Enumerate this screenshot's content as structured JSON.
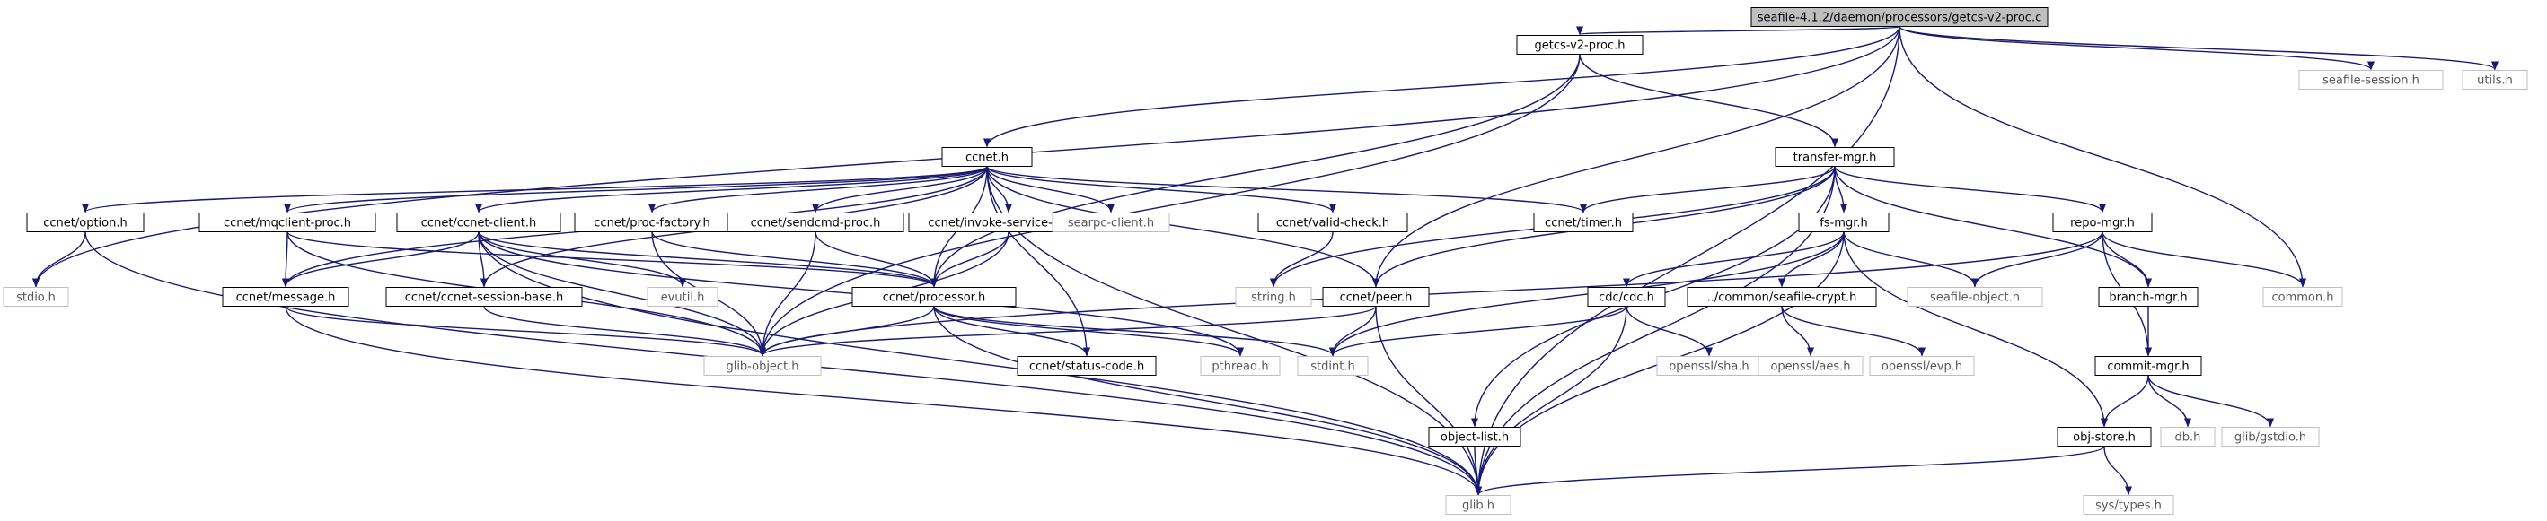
{
  "colors": {
    "edge": "#191970",
    "box_border": "#000000",
    "gray_border": "#bfbfbf",
    "root_fill": "#bfbfbf",
    "node_fill": "#ffffff",
    "text": "#000000",
    "gray_text": "#555555"
  },
  "nodes": [
    {
      "id": "root",
      "label": "seafile-4.1.2/daemon/processors/getcs-v2-proc.c",
      "kind": "root"
    },
    {
      "id": "getcs",
      "label": "getcs-v2-proc.h",
      "kind": "doc"
    },
    {
      "id": "seafsess",
      "label": "seafile-session.h",
      "kind": "gray"
    },
    {
      "id": "utils",
      "label": "utils.h",
      "kind": "gray"
    },
    {
      "id": "ccnet",
      "label": "ccnet.h",
      "kind": "doc"
    },
    {
      "id": "transfer",
      "label": "transfer-mgr.h",
      "kind": "doc"
    },
    {
      "id": "option",
      "label": "ccnet/option.h",
      "kind": "doc"
    },
    {
      "id": "mqclient",
      "label": "ccnet/mqclient-proc.h",
      "kind": "doc"
    },
    {
      "id": "ccnetclient",
      "label": "ccnet/ccnet-client.h",
      "kind": "doc"
    },
    {
      "id": "procfactory",
      "label": "ccnet/proc-factory.h",
      "kind": "doc"
    },
    {
      "id": "sendcmd",
      "label": "ccnet/sendcmd-proc.h",
      "kind": "doc"
    },
    {
      "id": "invoke",
      "label": "ccnet/invoke-service-proc.h",
      "kind": "doc"
    },
    {
      "id": "searpc",
      "label": "searpc-client.h",
      "kind": "gray"
    },
    {
      "id": "validcheck",
      "label": "ccnet/valid-check.h",
      "kind": "doc"
    },
    {
      "id": "timer",
      "label": "ccnet/timer.h",
      "kind": "doc"
    },
    {
      "id": "fsmgr",
      "label": "fs-mgr.h",
      "kind": "doc"
    },
    {
      "id": "repomgr",
      "label": "repo-mgr.h",
      "kind": "doc"
    },
    {
      "id": "stdio",
      "label": "stdio.h",
      "kind": "gray"
    },
    {
      "id": "message",
      "label": "ccnet/message.h",
      "kind": "doc"
    },
    {
      "id": "session",
      "label": "ccnet/ccnet-session-base.h",
      "kind": "doc"
    },
    {
      "id": "evutil",
      "label": "evutil.h",
      "kind": "gray"
    },
    {
      "id": "processor",
      "label": "ccnet/processor.h",
      "kind": "doc"
    },
    {
      "id": "stringh",
      "label": "string.h",
      "kind": "gray"
    },
    {
      "id": "peer",
      "label": "ccnet/peer.h",
      "kind": "doc"
    },
    {
      "id": "cdc",
      "label": "cdc/cdc.h",
      "kind": "doc"
    },
    {
      "id": "crypt",
      "label": "../common/seafile-crypt.h",
      "kind": "doc"
    },
    {
      "id": "seafobj",
      "label": "seafile-object.h",
      "kind": "gray"
    },
    {
      "id": "branch",
      "label": "branch-mgr.h",
      "kind": "doc"
    },
    {
      "id": "common",
      "label": "common.h",
      "kind": "gray"
    },
    {
      "id": "glibobj",
      "label": "glib-object.h",
      "kind": "gray"
    },
    {
      "id": "status",
      "label": "ccnet/status-code.h",
      "kind": "doc"
    },
    {
      "id": "pthread",
      "label": "pthread.h",
      "kind": "gray"
    },
    {
      "id": "stdint",
      "label": "stdint.h",
      "kind": "gray"
    },
    {
      "id": "sha",
      "label": "openssl/sha.h",
      "kind": "gray"
    },
    {
      "id": "aes",
      "label": "openssl/aes.h",
      "kind": "gray"
    },
    {
      "id": "evp",
      "label": "openssl/evp.h",
      "kind": "gray"
    },
    {
      "id": "commit",
      "label": "commit-mgr.h",
      "kind": "doc"
    },
    {
      "id": "objlist",
      "label": "object-list.h",
      "kind": "doc"
    },
    {
      "id": "db",
      "label": "db.h",
      "kind": "gray"
    },
    {
      "id": "gstdio",
      "label": "glib/gstdio.h",
      "kind": "gray"
    },
    {
      "id": "objstore",
      "label": "obj-store.h",
      "kind": "doc"
    },
    {
      "id": "glib",
      "label": "glib.h",
      "kind": "gray"
    },
    {
      "id": "systypes",
      "label": "sys/types.h",
      "kind": "gray"
    }
  ],
  "edges": [
    [
      "root",
      "getcs"
    ],
    [
      "root",
      "seafsess"
    ],
    [
      "root",
      "utils"
    ],
    [
      "root",
      "ccnet"
    ],
    [
      "root",
      "stdio"
    ],
    [
      "root",
      "common"
    ],
    [
      "root",
      "glib"
    ],
    [
      "root",
      "peer"
    ],
    [
      "getcs",
      "transfer"
    ],
    [
      "getcs",
      "processor"
    ],
    [
      "getcs",
      "glibobj"
    ],
    [
      "ccnet",
      "option"
    ],
    [
      "ccnet",
      "mqclient"
    ],
    [
      "ccnet",
      "ccnetclient"
    ],
    [
      "ccnet",
      "procfactory"
    ],
    [
      "ccnet",
      "sendcmd"
    ],
    [
      "ccnet",
      "invoke"
    ],
    [
      "ccnet",
      "searpc"
    ],
    [
      "ccnet",
      "validcheck"
    ],
    [
      "ccnet",
      "timer"
    ],
    [
      "ccnet",
      "peer"
    ],
    [
      "ccnet",
      "message"
    ],
    [
      "ccnet",
      "session"
    ],
    [
      "ccnet",
      "processor"
    ],
    [
      "ccnet",
      "status"
    ],
    [
      "ccnet",
      "glib"
    ],
    [
      "transfer",
      "timer"
    ],
    [
      "transfer",
      "fsmgr"
    ],
    [
      "transfer",
      "repomgr"
    ],
    [
      "transfer",
      "branch"
    ],
    [
      "transfer",
      "peer"
    ],
    [
      "transfer",
      "stringh"
    ],
    [
      "transfer",
      "objlist"
    ],
    [
      "transfer",
      "glib"
    ],
    [
      "option",
      "stdio"
    ],
    [
      "option",
      "glib"
    ],
    [
      "mqclient",
      "message"
    ],
    [
      "mqclient",
      "processor"
    ],
    [
      "mqclient",
      "glibobj"
    ],
    [
      "ccnetclient",
      "message"
    ],
    [
      "ccnetclient",
      "session"
    ],
    [
      "ccnetclient",
      "processor"
    ],
    [
      "ccnetclient",
      "evutil"
    ],
    [
      "ccnetclient",
      "glibobj"
    ],
    [
      "ccnetclient",
      "glib"
    ],
    [
      "ccnetclient",
      "pthread"
    ],
    [
      "procfactory",
      "processor"
    ],
    [
      "procfactory",
      "glibobj"
    ],
    [
      "sendcmd",
      "processor"
    ],
    [
      "sendcmd",
      "glibobj"
    ],
    [
      "invoke",
      "processor"
    ],
    [
      "invoke",
      "glibobj"
    ],
    [
      "validcheck",
      "stringh"
    ],
    [
      "fsmgr",
      "seafobj"
    ],
    [
      "fsmgr",
      "cdc"
    ],
    [
      "fsmgr",
      "crypt"
    ],
    [
      "fsmgr",
      "glib"
    ],
    [
      "fsmgr",
      "objstore"
    ],
    [
      "fsmgr",
      "stdint"
    ],
    [
      "repomgr",
      "seafobj"
    ],
    [
      "repomgr",
      "branch"
    ],
    [
      "repomgr",
      "common"
    ],
    [
      "repomgr",
      "commit"
    ],
    [
      "repomgr",
      "glibobj"
    ],
    [
      "message",
      "glibobj"
    ],
    [
      "message",
      "glib"
    ],
    [
      "session",
      "glibobj"
    ],
    [
      "processor",
      "glibobj"
    ],
    [
      "processor",
      "status"
    ],
    [
      "processor",
      "pthread"
    ],
    [
      "processor",
      "stdint"
    ],
    [
      "processor",
      "glib"
    ],
    [
      "peer",
      "glibobj"
    ],
    [
      "peer",
      "stdint"
    ],
    [
      "peer",
      "glib"
    ],
    [
      "cdc",
      "sha"
    ],
    [
      "cdc",
      "stdint"
    ],
    [
      "cdc",
      "glib"
    ],
    [
      "crypt",
      "aes"
    ],
    [
      "crypt",
      "evp"
    ],
    [
      "branch",
      "commit"
    ],
    [
      "commit",
      "db"
    ],
    [
      "commit",
      "gstdio"
    ],
    [
      "commit",
      "objstore"
    ],
    [
      "objlist",
      "glib"
    ],
    [
      "objstore",
      "systypes"
    ],
    [
      "objstore",
      "glib"
    ]
  ]
}
